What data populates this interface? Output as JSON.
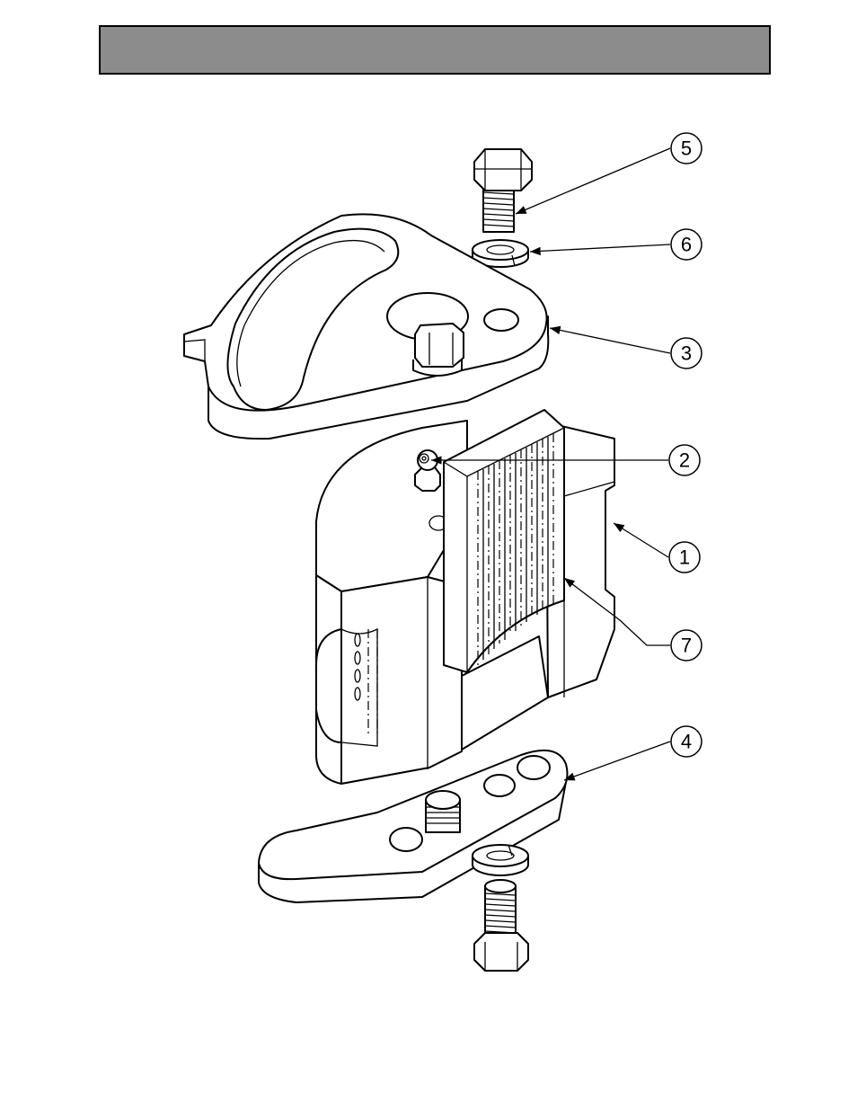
{
  "header": {
    "title": ""
  },
  "callouts": [
    {
      "id": "5",
      "label": "5"
    },
    {
      "id": "6",
      "label": "6"
    },
    {
      "id": "3",
      "label": "3"
    },
    {
      "id": "2",
      "label": "2"
    },
    {
      "id": "1",
      "label": "1"
    },
    {
      "id": "7",
      "label": "7"
    },
    {
      "id": "4",
      "label": "4"
    }
  ]
}
